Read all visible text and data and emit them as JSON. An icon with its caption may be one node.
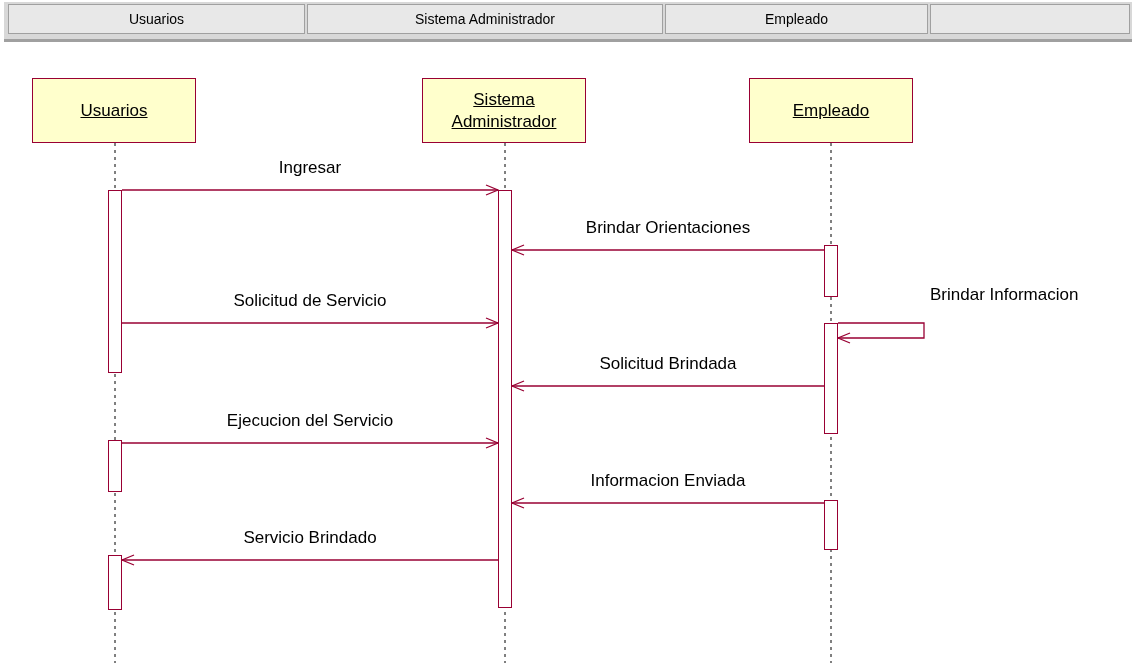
{
  "diagram": {
    "nodes": [
      {
        "text": [
          "Usuarios"
        ]
      },
      {
        "text": [
          "Sistema Administrador"
        ]
      },
      {
        "text": [
          "Empleado"
        ]
      },
      {
        "text": [],
        "shape": "bar"
      },
      {
        "text": [],
        "shape": "bar"
      },
      {
        "text": [],
        "shape": "bar"
      },
      {
        "text": [],
        "shape": "bar"
      },
      {
        "text": [],
        "shape": "bar"
      },
      {
        "text": [],
        "shape": "bar"
      },
      {
        "text": [],
        "shape": "bar"
      }
    ],
    "edges": [
      {
        "from": 3,
        "to": 4,
        "arrow": "to",
        "label": "Ingresar"
      },
      {
        "from": 5,
        "to": 4,
        "arrow": "to",
        "label": "Brindar Orientaciones"
      },
      {
        "from": 3,
        "to": 4,
        "arrow": "to",
        "label": "Solicitud de Servicio"
      },
      {
        "from": 6,
        "to": 6,
        "arrow": "to",
        "label": "Brindar Informacion"
      },
      {
        "from": 6,
        "to": 4,
        "arrow": "to",
        "label": "Solicitud Brindada"
      },
      {
        "from": 7,
        "to": 4,
        "arrow": "to",
        "label": "Ejecucion del Servicio"
      },
      {
        "from": 8,
        "to": 4,
        "arrow": "to",
        "label": "Informacion Enviada"
      },
      {
        "from": 4,
        "to": 9,
        "arrow": "to",
        "label": "Servicio Brindado"
      }
    ],
    "labels": [
      "Usuarios",
      "Sistema Administrador",
      "Empleado"
    ]
  }
}
